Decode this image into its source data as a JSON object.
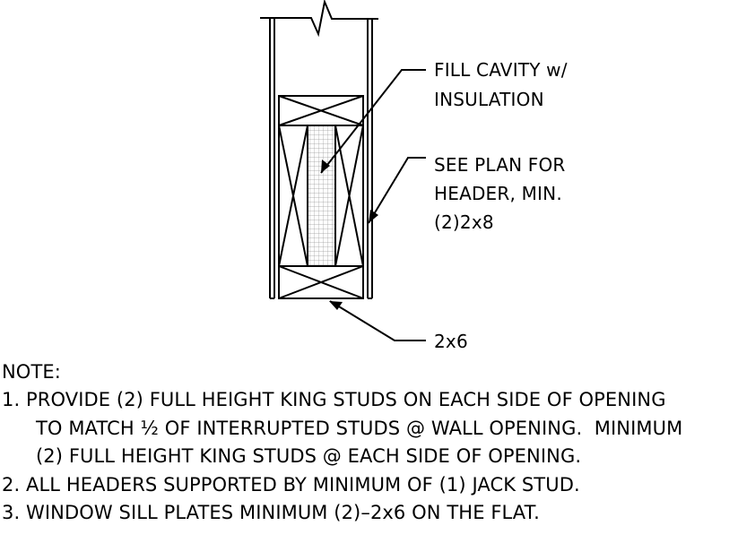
{
  "callouts": {
    "insulation_line1": "FILL CAVITY w/",
    "insulation_line2": "INSULATION",
    "header_line1": "SEE PLAN FOR",
    "header_line2": "HEADER, MIN.",
    "header_line3": "(2)2x8",
    "sill": "2x6"
  },
  "notes": {
    "heading": "NOTE:",
    "n1_line1": "1. PROVIDE (2) FULL HEIGHT KING STUDS ON EACH SIDE OF OPENING",
    "n1_line2": "TO MATCH ½ OF INTERRUPTED STUDS @ WALL OPENING.  MINIMUM",
    "n1_line3": "(2) FULL HEIGHT KING STUDS @ EACH SIDE OF OPENING.",
    "n2": "2. ALL HEADERS SUPPORTED BY MINIMUM OF (1) JACK STUD.",
    "n3": "3. WINDOW SILL PLATES MINIMUM (2)–2x6 ON THE FLAT."
  }
}
